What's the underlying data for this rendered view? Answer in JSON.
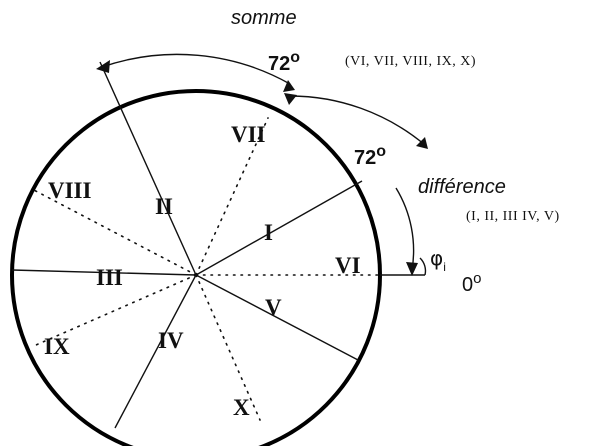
{
  "labels": {
    "somme": "somme",
    "angle_sum": "72",
    "sum_list": "(VI, VII, VIII, IX, X)",
    "angle_diff": "72",
    "difference": "différence",
    "diff_list": "(I, II, III IV, V)",
    "phi": "φ",
    "phi_sub": "i",
    "zero": "0",
    "degree_symbol": "o"
  },
  "phases": {
    "solid_lines": [
      {
        "name": "I",
        "label": "I",
        "angle_deg": 30
      },
      {
        "name": "II",
        "label": "II",
        "angle_deg": 114
      },
      {
        "name": "III",
        "label": "III",
        "angle_deg": 180
      },
      {
        "name": "IV",
        "label": "IV",
        "angle_deg": 246
      },
      {
        "name": "V",
        "label": "V",
        "angle_deg": 330
      }
    ],
    "dotted_lines": [
      {
        "name": "VI",
        "label": "VI",
        "angle_deg": 0
      },
      {
        "name": "VII",
        "label": "VII",
        "angle_deg": 72
      },
      {
        "name": "VIII",
        "label": "VIII",
        "angle_deg": 150
      },
      {
        "name": "IX",
        "label": "IX",
        "angle_deg": 210
      },
      {
        "name": "X",
        "label": "X",
        "angle_deg": 288
      }
    ]
  }
}
